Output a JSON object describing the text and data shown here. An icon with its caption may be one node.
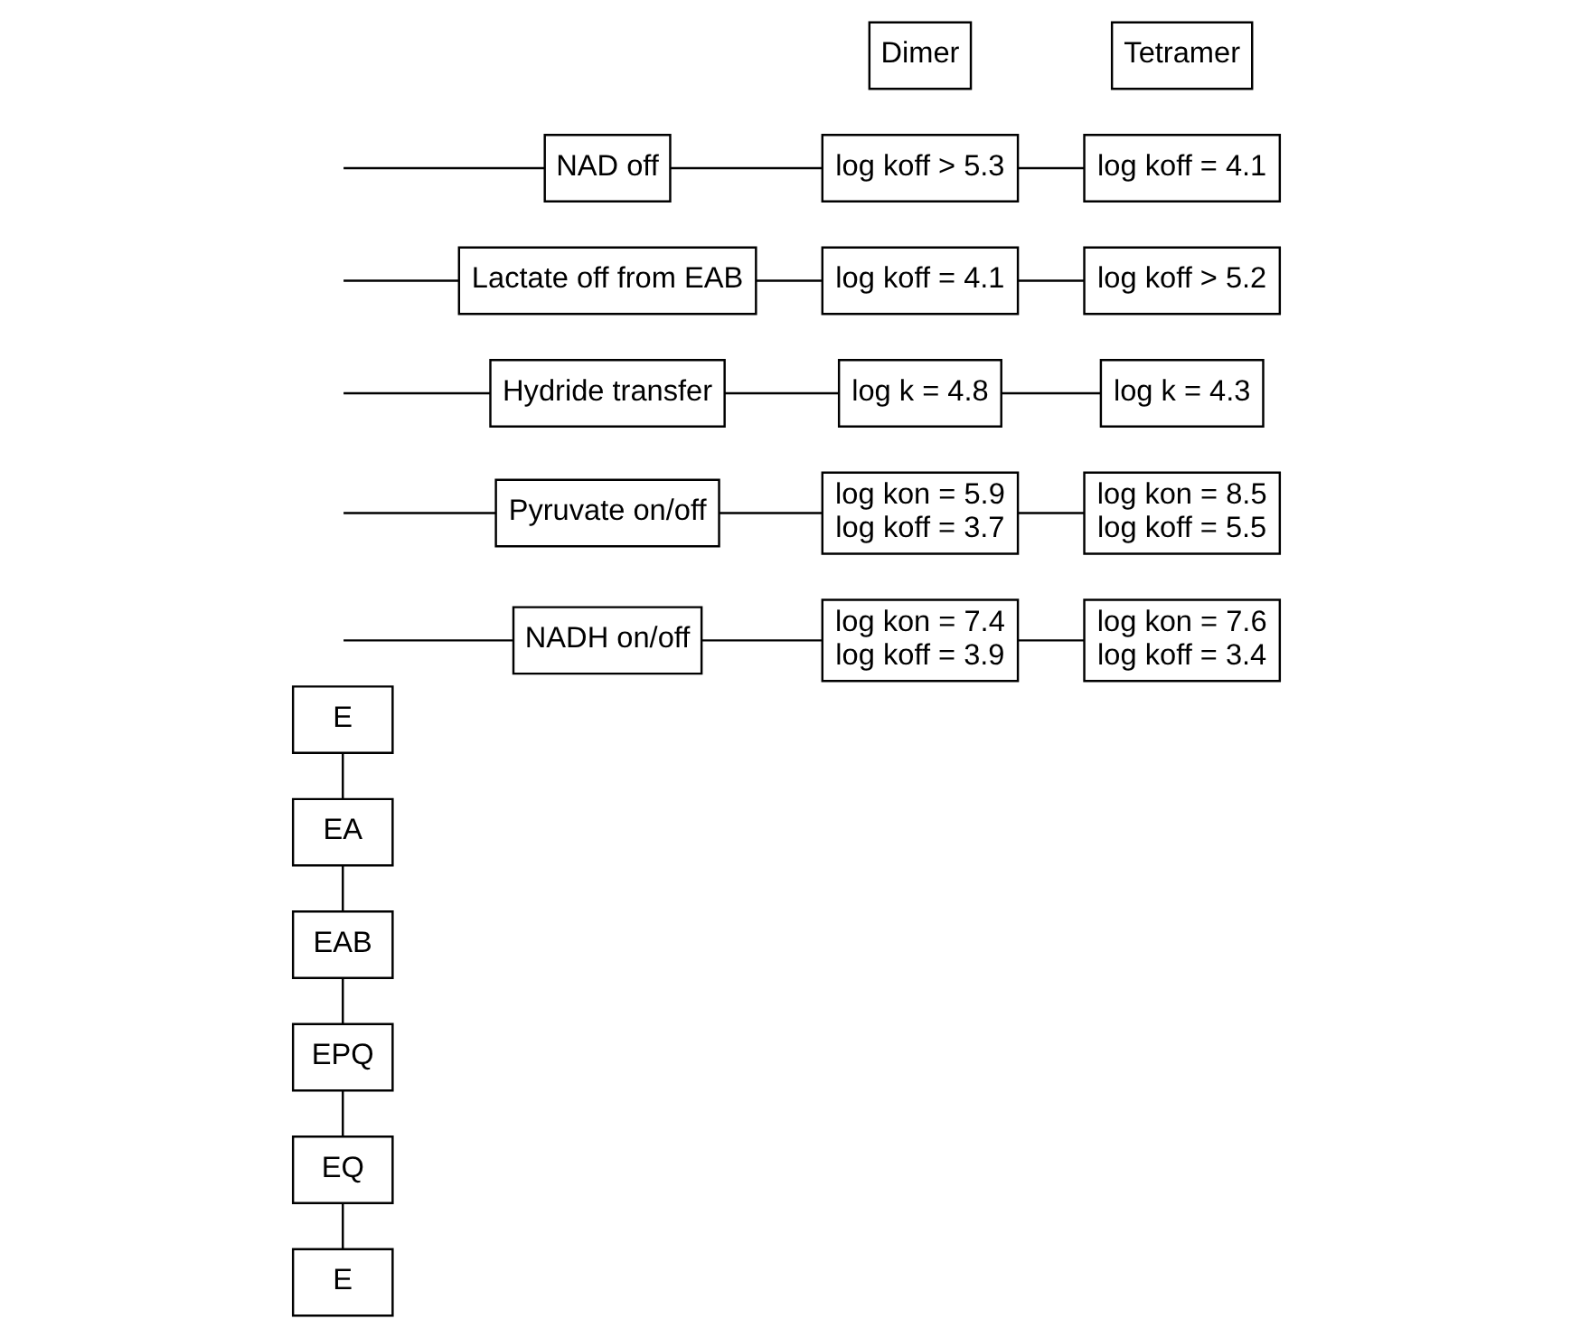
{
  "diagram": {
    "nodes": [
      {
        "text": [
          "Dimer"
        ]
      },
      {
        "text": [
          "Tetramer"
        ]
      },
      {
        "text": [
          "E"
        ]
      },
      {
        "text": [
          "NADH on/off"
        ]
      },
      {
        "text": [
          "log kon = 7.4",
          "log koff = 3.9"
        ]
      },
      {
        "text": [
          "log kon = 7.6",
          "log koff = 3.4"
        ]
      },
      {
        "text": [
          "EA"
        ]
      },
      {
        "text": [
          "Pyruvate on/off"
        ]
      },
      {
        "text": [
          "log kon = 5.9",
          "log koff = 3.7"
        ]
      },
      {
        "text": [
          "log kon = 8.5",
          "log koff = 5.5"
        ]
      },
      {
        "text": [
          "EAB"
        ]
      },
      {
        "text": [
          "Hydride transfer"
        ]
      },
      {
        "text": [
          "log k = 4.8"
        ]
      },
      {
        "text": [
          "log k = 4.3"
        ]
      },
      {
        "text": [
          "EPQ"
        ]
      },
      {
        "text": [
          "Lactate off from EAB"
        ]
      },
      {
        "text": [
          "log koff = 4.1"
        ]
      },
      {
        "text": [
          "log koff > 5.2"
        ]
      },
      {
        "text": [
          "EQ"
        ]
      },
      {
        "text": [
          "NAD off"
        ]
      },
      {
        "text": [
          "log koff > 5.3"
        ]
      },
      {
        "text": [
          "log koff = 4.1"
        ]
      },
      {
        "text": [
          "E"
        ]
      }
    ],
    "edges": [
      {
        "from": 2,
        "to": 6,
        "arrow": "none"
      },
      {
        "from": 6,
        "to": 10,
        "arrow": "none"
      },
      {
        "from": 10,
        "to": 14,
        "arrow": "none"
      },
      {
        "from": 14,
        "to": 18,
        "arrow": "none"
      },
      {
        "from": 18,
        "to": 22,
        "arrow": "none"
      },
      {
        "from": null,
        "to": 3,
        "arrow": "none"
      },
      {
        "from": 3,
        "to": 4,
        "arrow": "none"
      },
      {
        "from": 4,
        "to": 5,
        "arrow": "none"
      },
      {
        "from": null,
        "to": 7,
        "arrow": "none"
      },
      {
        "from": 7,
        "to": 8,
        "arrow": "none"
      },
      {
        "from": 8,
        "to": 9,
        "arrow": "none"
      },
      {
        "from": null,
        "to": 11,
        "arrow": "none"
      },
      {
        "from": 11,
        "to": 12,
        "arrow": "none"
      },
      {
        "from": 12,
        "to": 13,
        "arrow": "none"
      },
      {
        "from": null,
        "to": 15,
        "arrow": "none"
      },
      {
        "from": 15,
        "to": 16,
        "arrow": "none"
      },
      {
        "from": 16,
        "to": 17,
        "arrow": "none"
      },
      {
        "from": null,
        "to": 19,
        "arrow": "none"
      },
      {
        "from": 19,
        "to": 20,
        "arrow": "none"
      },
      {
        "from": 20,
        "to": 21,
        "arrow": "none"
      }
    ]
  }
}
